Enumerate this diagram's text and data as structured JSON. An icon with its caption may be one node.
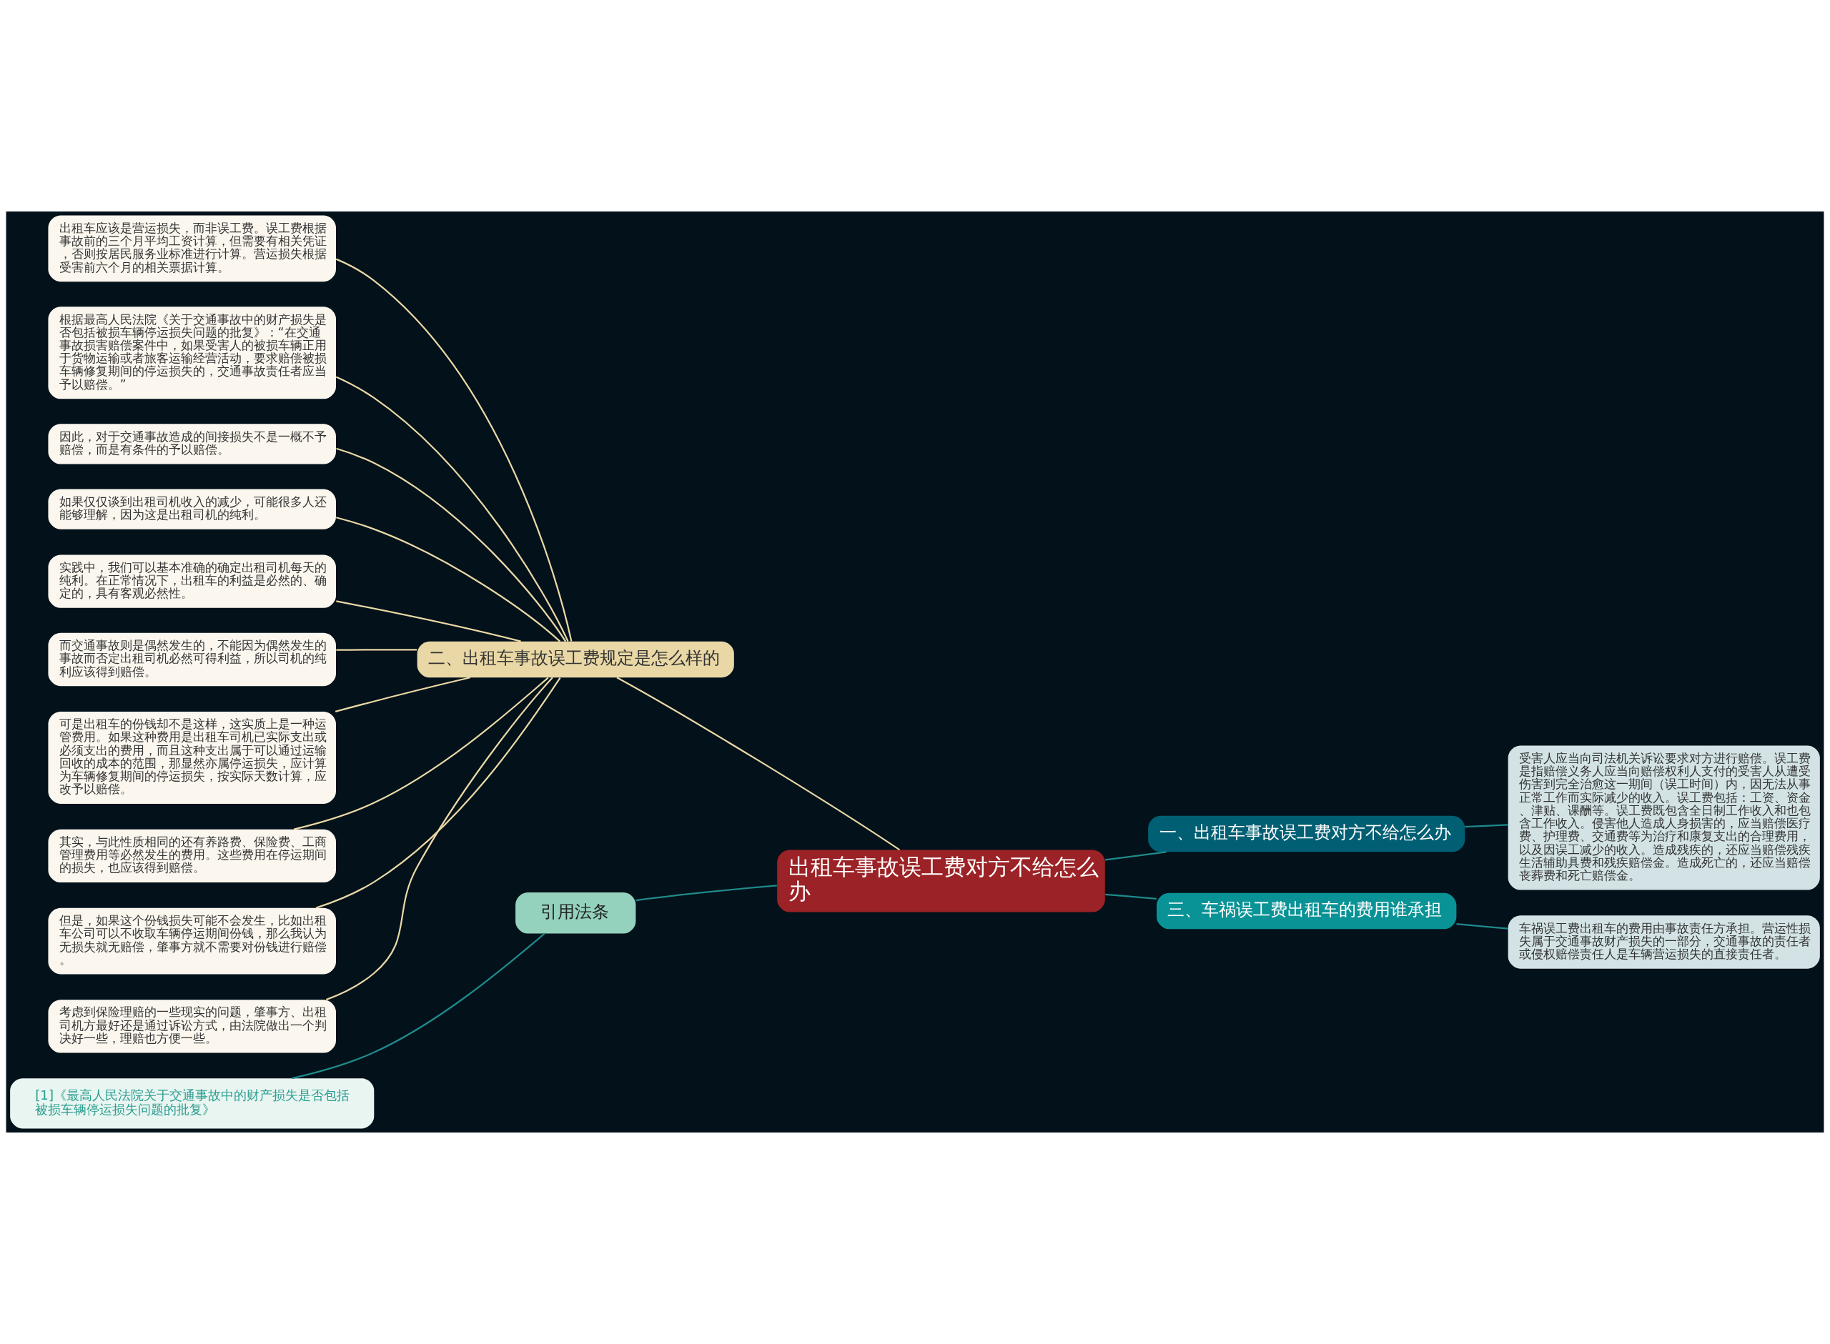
{
  "diagram": {
    "nodes": [
      {
        "text": [
          "出租车事故误工费对方不给怎么办"
        ]
      },
      {
        "text": [
          "二、出租车事故误工费规定是怎么样的"
        ]
      },
      {
        "text": [
          "出租车应该是营运损失，而非误工费。误工费根据事故前的三个月平均工资计算，但需要有相关凭证，否则按居民服务业标准进行计算。营运损失根据受害前六个月的相关票据计算。"
        ]
      },
      {
        "text": [
          "根据最高人民法院《关于交通事故中的财产损失是否包括被损车辆停运损失问题的批复》：“在交通事故损害赔偿案件中，如果受害人的被损车辆正用于货物运输或者旅客运输经营活动，要求赔偿被损车辆修复期间的停运损失的，交通事故责任者应当予以赔偿。”"
        ]
      },
      {
        "text": [
          "因此，对于交通事故造成的间接损失不是一概不予赔偿，而是有条件的予以赔偿。"
        ]
      },
      {
        "text": [
          "如果仅仅谈到出租司机收入的减少，可能很多人还能够理解，因为这是出租司机的纯利。"
        ]
      },
      {
        "text": [
          "实践中，我们可以基本准确的确定出租司机每天的纯利。在正常情况下，出租车的利益是必然的、确定的，具有客观必然性。"
        ]
      },
      {
        "text": [
          "而交通事故则是偶然发生的，不能因为偶然发生的事故而否定出租司机必然可得利益，所以司机的纯利应该得到赔偿。"
        ]
      },
      {
        "text": [
          "可是出租车的份钱却不是这样，这实质上是一种运管费用。如果这种费用是出租车司机已实际支出或必须支出的费用，而且这种支出属于可以通过运输回收的成本的范围，那显然亦属停运损失，应计算为车辆修复期间的停运损失，按实际天数计算，应改予以赔偿。"
        ]
      },
      {
        "text": [
          "其实，与此性质相同的还有养路费、保险费、工商管理费用等必然发生的费用。这些费用在停运期间的损失，也应该得到赔偿。"
        ]
      },
      {
        "text": [
          "但是，如果这个份钱损失可能不会发生，比如出租车公司可以不收取车辆停运期间份钱，那么我认为无损失就无赔偿，肇事方就不需要对份钱进行赔偿。"
        ]
      },
      {
        "text": [
          "考虑到保险理赔的一些现实的问题，肇事方、出租司机方最好还是通过诉讼方式，由法院做出一个判决好一些，理赔也方便一些。"
        ]
      },
      {
        "text": [
          "一、出租车事故误工费对方不给怎么办"
        ]
      },
      {
        "text": [
          "受害人应当向司法机关诉讼要求对方进行赔偿。误工费是指赔偿义务人应当向赔偿权利人支付的受害人从遭受伤害到完全治愈这一期间（误工时间）内，因无法从事正常工作而实际减少的收入。误工费包括：工资、资金、津贴、课酬等。误工费既包含全日制工作收入和也包含工作收入。侵害他人造成人身损害的，应当赔偿医疗费、护理费、交通费等为治疗和康复支出的合理费用，以及因误工减少的收入。造成残疾的，还应当赔偿残疾生活辅助具费和残疾赔偿金。造成死亡的，还应当赔偿丧葬费和死亡赔偿金。"
        ]
      },
      {
        "text": [
          "三、车祸误工费出租车的费用谁承担"
        ]
      },
      {
        "text": [
          "车祸误工费出租车的费用由事故责任方承担。营运性损失属于交通事故财产损失的一部分，交通事故的责任者或侵权赔偿责任人是车辆营运损失的直接责任者。"
        ]
      },
      {
        "text": [
          "引用法条"
        ]
      },
      {
        "text": [
          "[1]《最高人民法院关于交通事故中的财产损失是否包括被损车辆停运损失问题的批复》"
        ]
      }
    ],
    "edges": [
      {
        "from": 0,
        "to": 1,
        "arrow": "none"
      },
      {
        "from": 1,
        "to": 2,
        "arrow": "none"
      },
      {
        "from": 1,
        "to": 3,
        "arrow": "none"
      },
      {
        "from": 1,
        "to": 4,
        "arrow": "none"
      },
      {
        "from": 1,
        "to": 5,
        "arrow": "none"
      },
      {
        "from": 1,
        "to": 6,
        "arrow": "none"
      },
      {
        "from": 1,
        "to": 7,
        "arrow": "none"
      },
      {
        "from": 1,
        "to": 8,
        "arrow": "none"
      },
      {
        "from": 1,
        "to": 9,
        "arrow": "none"
      },
      {
        "from": 1,
        "to": 10,
        "arrow": "none"
      },
      {
        "from": 1,
        "to": 11,
        "arrow": "none"
      },
      {
        "from": 0,
        "to": 12,
        "arrow": "none",
        "color": "#1f8a8c"
      },
      {
        "from": 12,
        "to": 13,
        "arrow": "none",
        "color": "#1f8a8c"
      },
      {
        "from": 0,
        "to": 14,
        "arrow": "none",
        "color": "#1f8a8c"
      },
      {
        "from": 14,
        "to": 15,
        "arrow": "none",
        "color": "#1f8a8c"
      },
      {
        "from": 0,
        "to": 16,
        "arrow": "none",
        "color": "#1f8a8c"
      },
      {
        "from": 16,
        "to": 17,
        "arrow": "none",
        "color": "#1f8a8c"
      }
    ]
  }
}
